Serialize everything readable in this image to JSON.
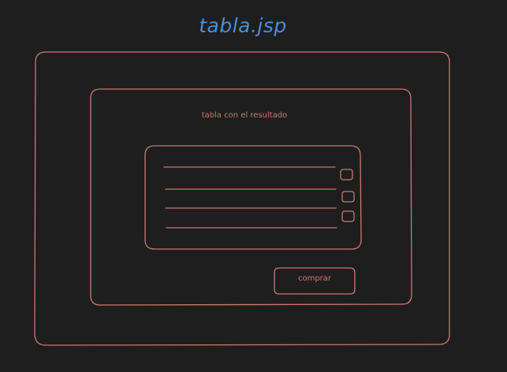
{
  "page_title": "tabla.jsp",
  "result_caption": "tabla con el resultado",
  "buy_button_label": "comprar",
  "table_rows": 4,
  "row_checkboxes": 3,
  "colors": {
    "background": "#1e1e1e",
    "stroke": "#c97a6e",
    "title": "#4a90d9"
  }
}
